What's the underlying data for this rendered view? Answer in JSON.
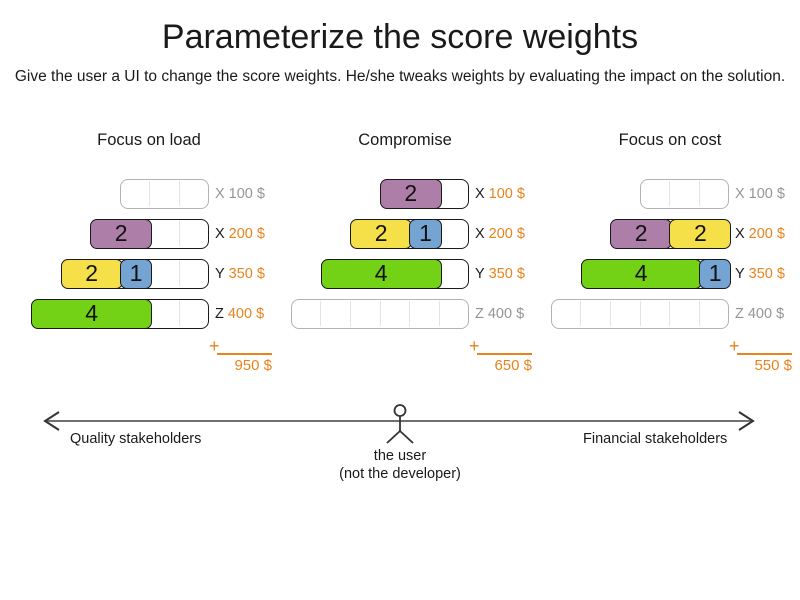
{
  "title": "Parameterize the score weights",
  "subtitle": "Give the user a UI to change the score weights. He/she tweaks weights by evaluating the impact on the solution.",
  "scenarios": [
    {
      "heading": "Focus on load",
      "plus": "+",
      "total": "950 $",
      "rows": [
        {
          "computer": "X",
          "cost": "100 $",
          "capacity": 3,
          "used": false,
          "blocks": []
        },
        {
          "computer": "X",
          "cost": "200 $",
          "capacity": 4,
          "used": true,
          "blocks": [
            {
              "value": "2",
              "size": 2,
              "color": "purple"
            }
          ]
        },
        {
          "computer": "Y",
          "cost": "350 $",
          "capacity": 5,
          "used": true,
          "blocks": [
            {
              "value": "2",
              "size": 2,
              "color": "yellow"
            },
            {
              "value": "1",
              "size": 1,
              "color": "blue"
            }
          ]
        },
        {
          "computer": "Z",
          "cost": "400 $",
          "capacity": 6,
          "used": true,
          "blocks": [
            {
              "value": "4",
              "size": 4,
              "color": "green"
            }
          ]
        }
      ]
    },
    {
      "heading": "Compromise",
      "plus": "+",
      "total": "650 $",
      "rows": [
        {
          "computer": "X",
          "cost": "100 $",
          "capacity": 3,
          "used": true,
          "blocks": [
            {
              "value": "2",
              "size": 2,
              "color": "purple"
            }
          ]
        },
        {
          "computer": "X",
          "cost": "200 $",
          "capacity": 4,
          "used": true,
          "blocks": [
            {
              "value": "2",
              "size": 2,
              "color": "yellow"
            },
            {
              "value": "1",
              "size": 1,
              "color": "blue"
            }
          ]
        },
        {
          "computer": "Y",
          "cost": "350 $",
          "capacity": 5,
          "used": true,
          "blocks": [
            {
              "value": "4",
              "size": 4,
              "color": "green"
            }
          ]
        },
        {
          "computer": "Z",
          "cost": "400 $",
          "capacity": 6,
          "used": false,
          "blocks": []
        }
      ]
    },
    {
      "heading": "Focus on cost",
      "plus": "+",
      "total": "550 $",
      "rows": [
        {
          "computer": "X",
          "cost": "100 $",
          "capacity": 3,
          "used": false,
          "blocks": []
        },
        {
          "computer": "X",
          "cost": "200 $",
          "capacity": 4,
          "used": true,
          "blocks": [
            {
              "value": "2",
              "size": 2,
              "color": "purple"
            },
            {
              "value": "2",
              "size": 2,
              "color": "yellow"
            }
          ]
        },
        {
          "computer": "Y",
          "cost": "350 $",
          "capacity": 5,
          "used": true,
          "blocks": [
            {
              "value": "4",
              "size": 4,
              "color": "green"
            },
            {
              "value": "1",
              "size": 1,
              "color": "blue"
            }
          ]
        },
        {
          "computer": "Z",
          "cost": "400 $",
          "capacity": 6,
          "used": false,
          "blocks": []
        }
      ]
    }
  ],
  "axis": {
    "left_label": "Quality stakeholders",
    "right_label": "Financial stakeholders",
    "figure_caption_line1": "the user",
    "figure_caption_line2": "(not the developer)"
  },
  "colors": {
    "purple": "#ad7fa8",
    "yellow": "#f5e04a",
    "blue": "#75a4d2",
    "green": "#73d216",
    "orange": "#e8831d",
    "grey_label": "#959595",
    "used_border": "#1a1a1a",
    "empty_border": "#b3b3b3",
    "gridline": "#e3e3e3",
    "axis_line": "#707070",
    "figure_stroke": "#333333"
  }
}
